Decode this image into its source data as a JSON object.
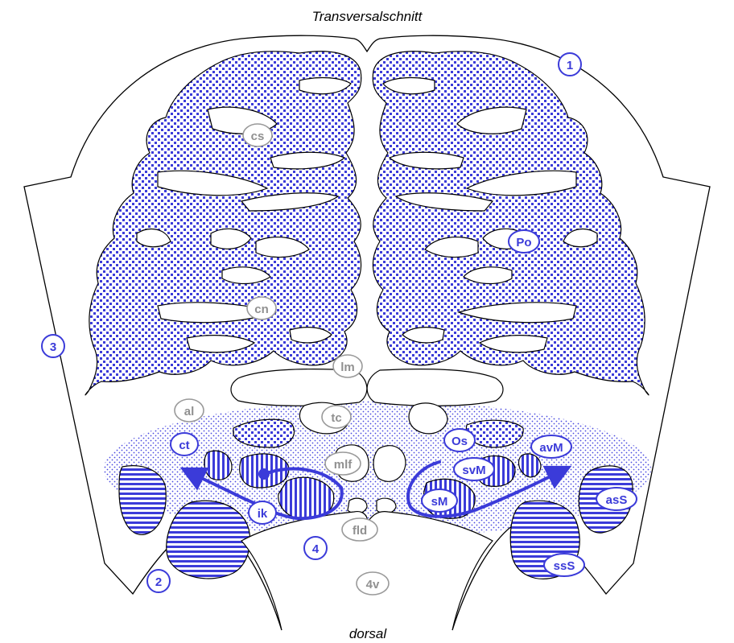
{
  "title": "Transversalschnitt",
  "bottom_label": "dorsal",
  "number_labels": [
    "1",
    "2",
    "3",
    "4"
  ],
  "blue_labels": {
    "po": "Po",
    "ct": "ct",
    "ik": "ik",
    "os": "Os",
    "avm": "avM",
    "svm": "svM",
    "sm": "sM",
    "ass": "asS",
    "sss": "ssS"
  },
  "gray_labels": {
    "cs": "cs",
    "cn": "cn",
    "lm": "lm",
    "al": "al",
    "tc": "tc",
    "mlf": "mlf",
    "fld": "fld",
    "v4": "4v"
  },
  "colors": {
    "accent_blue": "#3b3bd9",
    "gray_label": "#909090"
  }
}
